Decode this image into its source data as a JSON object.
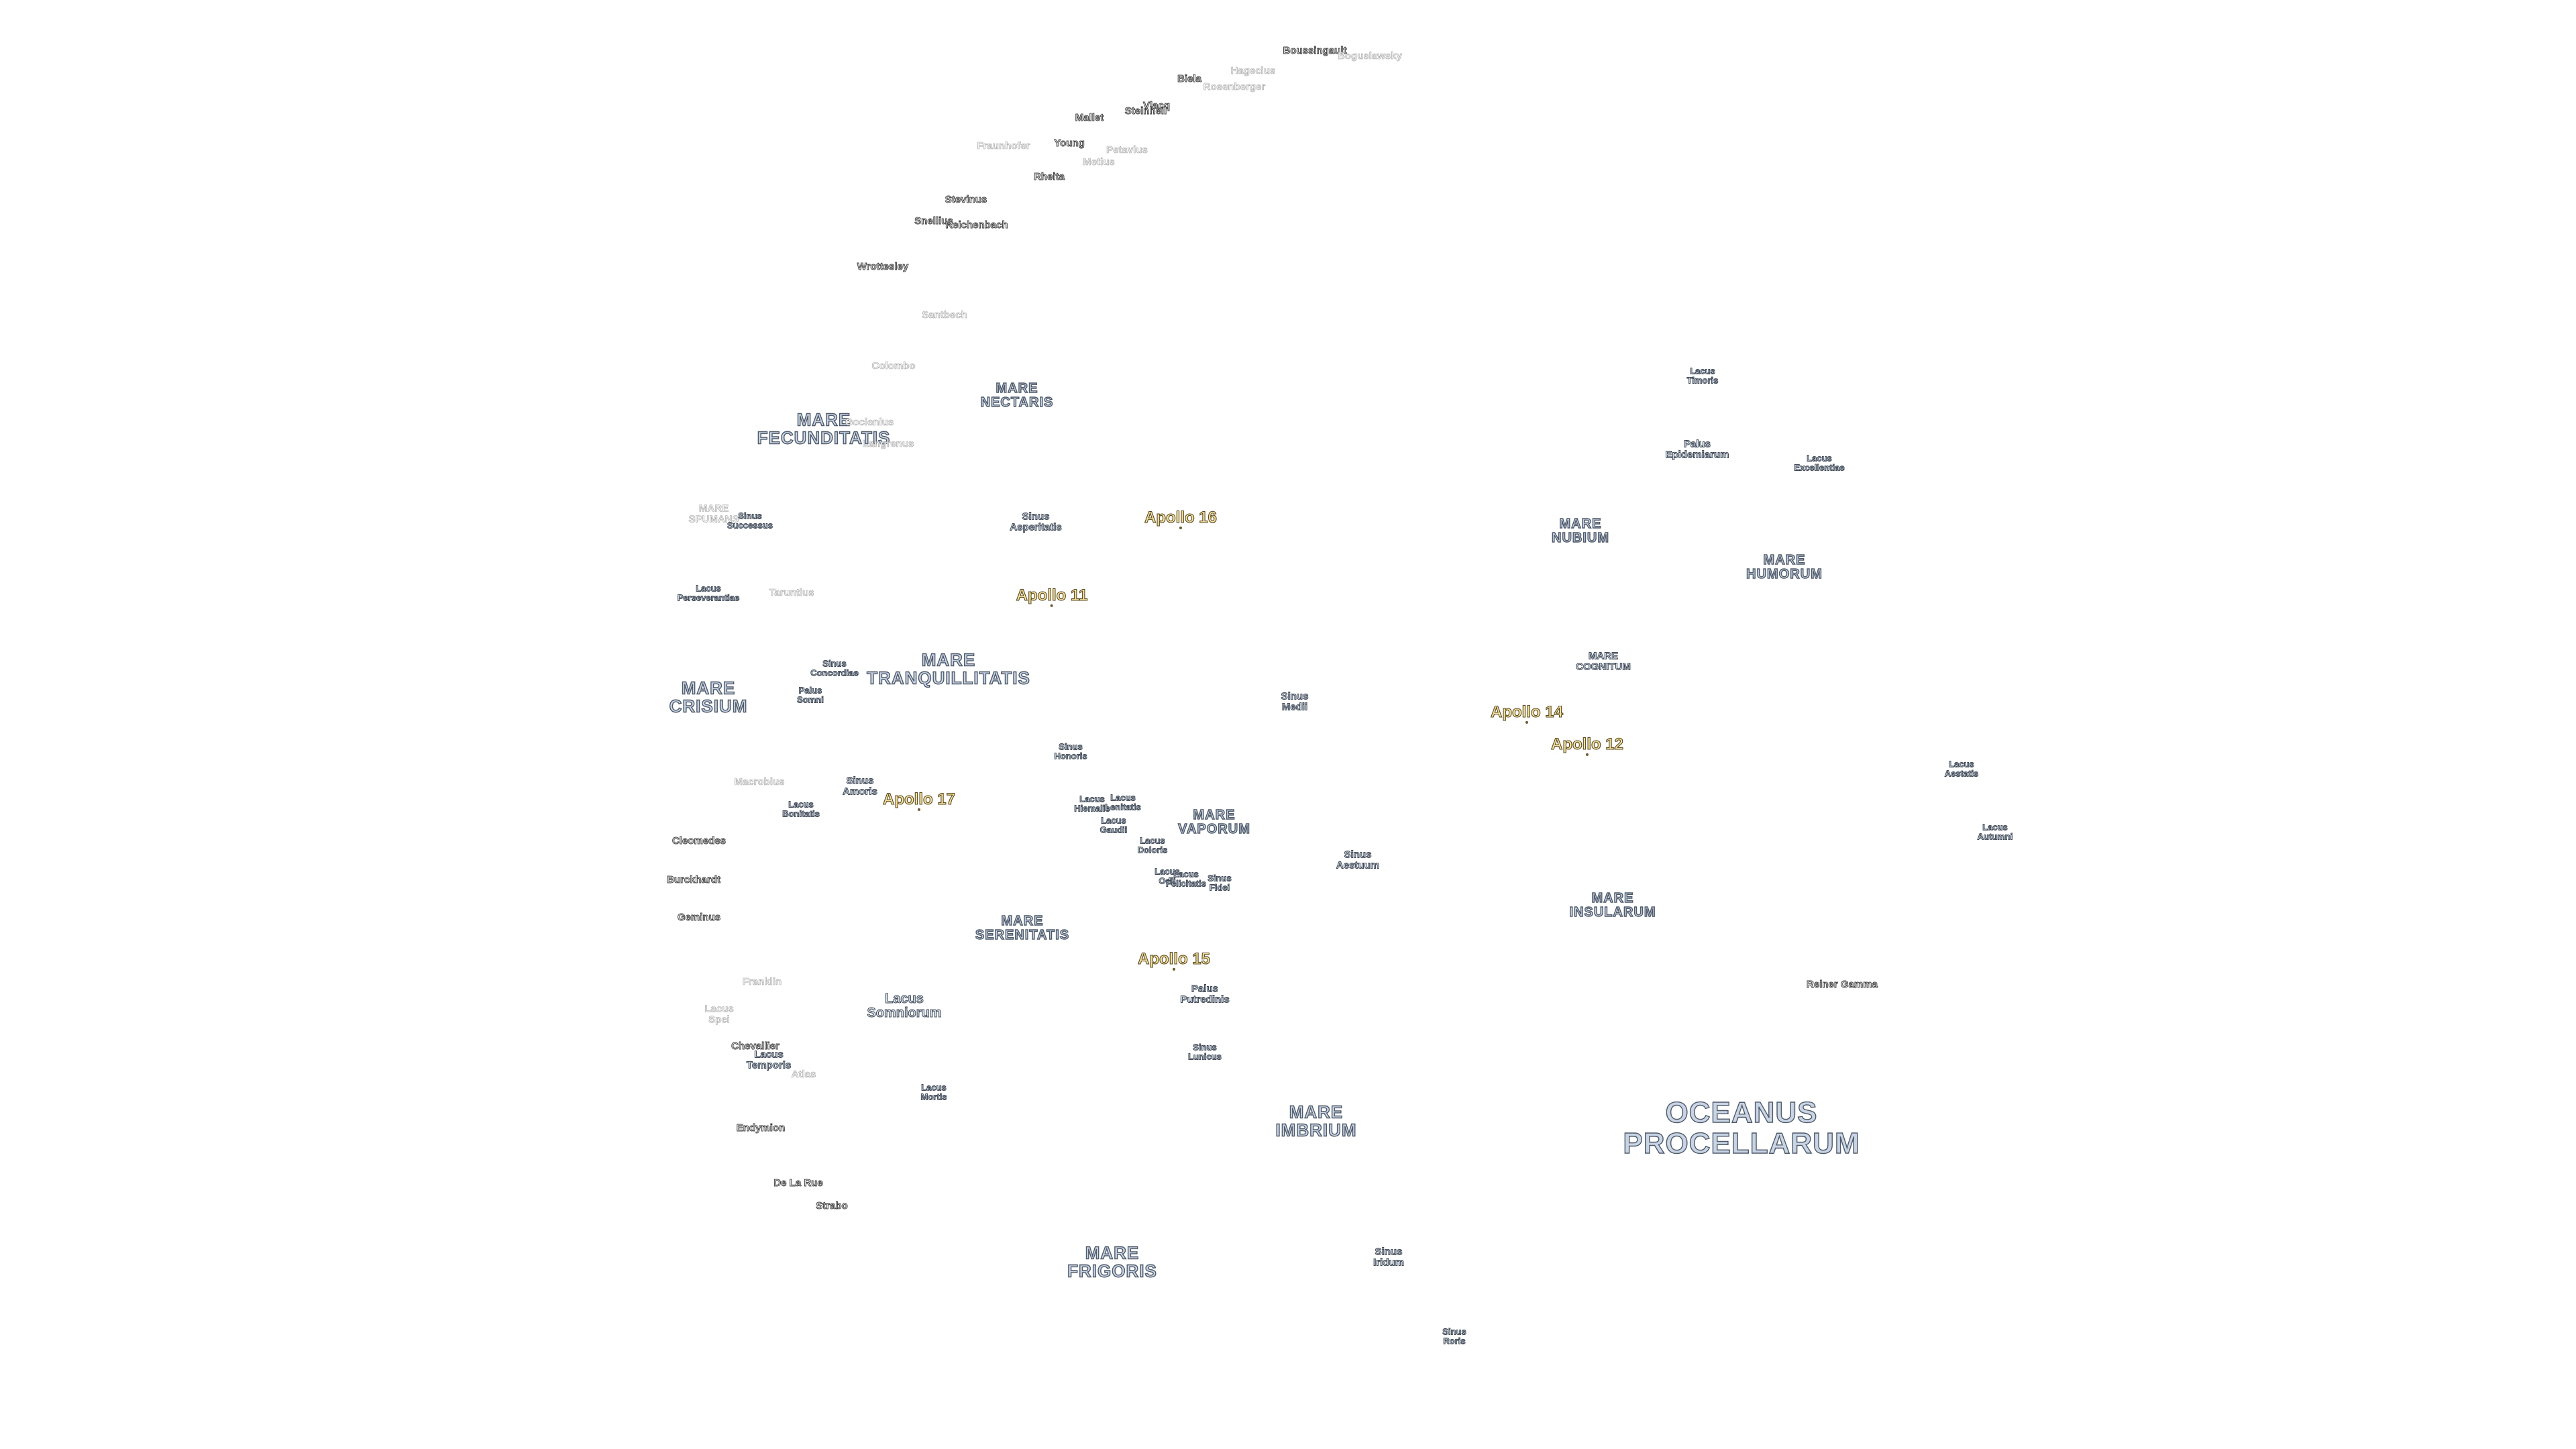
{
  "map": {
    "features": [
      {
        "lines": [
          "Boussingault"
        ],
        "kind": "crater"
      },
      {
        "lines": [
          "Boguslawsky"
        ],
        "kind": "crater-faint"
      },
      {
        "lines": [
          "Hagecius"
        ],
        "kind": "crater-faint"
      },
      {
        "lines": [
          "Biela"
        ],
        "kind": "crater"
      },
      {
        "lines": [
          "Rosenberger"
        ],
        "kind": "crater-faint"
      },
      {
        "lines": [
          "Vlacq"
        ],
        "kind": "crater"
      },
      {
        "lines": [
          "Steinheil"
        ],
        "kind": "crater"
      },
      {
        "lines": [
          "Mallet"
        ],
        "kind": "crater"
      },
      {
        "lines": [
          "Fraunhofer"
        ],
        "kind": "crater-faint"
      },
      {
        "lines": [
          "Young"
        ],
        "kind": "crater"
      },
      {
        "lines": [
          "Petavius"
        ],
        "kind": "crater-faint"
      },
      {
        "lines": [
          "Rheita"
        ],
        "kind": "crater"
      },
      {
        "lines": [
          "Metius"
        ],
        "kind": "crater-faint"
      },
      {
        "lines": [
          "Stevinus"
        ],
        "kind": "crater"
      },
      {
        "lines": [
          "Snellius"
        ],
        "kind": "crater"
      },
      {
        "lines": [
          "Reichenbach"
        ],
        "kind": "crater"
      },
      {
        "lines": [
          "Wrottesley"
        ],
        "kind": "crater"
      },
      {
        "lines": [
          "Santbech"
        ],
        "kind": "crater-faint"
      },
      {
        "lines": [
          "Colombo"
        ],
        "kind": "crater-faint"
      },
      {
        "lines": [
          "MARE",
          "NECTARIS"
        ],
        "kind": "mare-s"
      },
      {
        "lines": [
          "MARE",
          "FECUNDITATIS"
        ],
        "kind": "mare-m"
      },
      {
        "lines": [
          "Goclenius"
        ],
        "kind": "crater-faint"
      },
      {
        "lines": [
          "Langrenus"
        ],
        "kind": "crater-faint"
      },
      {
        "lines": [
          "MARE",
          "SPUMANS"
        ],
        "kind": "crater-faint"
      },
      {
        "lines": [
          "Sinus",
          "Successus"
        ],
        "kind": "minor-t"
      },
      {
        "lines": [
          "Sinus",
          "Asperitatis"
        ],
        "kind": "minor"
      },
      {
        "lines": [
          "Lacus",
          "Perseverantiae"
        ],
        "kind": "minor-t"
      },
      {
        "lines": [
          "Taruntius"
        ],
        "kind": "crater-faint"
      },
      {
        "lines": [
          "Sinus",
          "Concordiae"
        ],
        "kind": "minor-t"
      },
      {
        "lines": [
          "MARE",
          "TRANQUILLITATIS"
        ],
        "kind": "mare-m"
      },
      {
        "lines": [
          "Palus",
          "Somni"
        ],
        "kind": "minor-t"
      },
      {
        "lines": [
          "MARE",
          "CRISIUM"
        ],
        "kind": "mare-m"
      },
      {
        "lines": [
          "Sinus",
          "Medii"
        ],
        "kind": "minor"
      },
      {
        "lines": [
          "Sinus",
          "Honoris"
        ],
        "kind": "minor-t"
      },
      {
        "lines": [
          "Macrobius"
        ],
        "kind": "crater-faint"
      },
      {
        "lines": [
          "Sinus",
          "Amoris"
        ],
        "kind": "minor"
      },
      {
        "lines": [
          "Lacus",
          "Bonitatis"
        ],
        "kind": "minor-t"
      },
      {
        "lines": [
          "Lacus",
          "Hiemalis"
        ],
        "kind": "minor-t"
      },
      {
        "lines": [
          "Lacus",
          "Lenitatis"
        ],
        "kind": "minor-t"
      },
      {
        "lines": [
          "Lacus",
          "Gaudii"
        ],
        "kind": "minor-t"
      },
      {
        "lines": [
          "Lacus",
          "Doloris"
        ],
        "kind": "minor-t"
      },
      {
        "lines": [
          "MARE",
          "VAPORUM"
        ],
        "kind": "mare-s"
      },
      {
        "lines": [
          "Cleomedes"
        ],
        "kind": "crater"
      },
      {
        "lines": [
          "Burckhardt"
        ],
        "kind": "crater"
      },
      {
        "lines": [
          "Lacus",
          "Odii"
        ],
        "kind": "minor-t"
      },
      {
        "lines": [
          "Lacus",
          "Felicitatis"
        ],
        "kind": "minor-t"
      },
      {
        "lines": [
          "Sinus",
          "Fidei"
        ],
        "kind": "minor-t"
      },
      {
        "lines": [
          "Sinus",
          "Aestuum"
        ],
        "kind": "minor"
      },
      {
        "lines": [
          "Geminus"
        ],
        "kind": "crater"
      },
      {
        "lines": [
          "MARE",
          "SERENITATIS"
        ],
        "kind": "mare-s"
      },
      {
        "lines": [
          "Franklin"
        ],
        "kind": "crater-faint"
      },
      {
        "lines": [
          "Lacus",
          "Somniorum"
        ],
        "kind": "minor-m2"
      },
      {
        "lines": [
          "Palus",
          "Putredinis"
        ],
        "kind": "minor"
      },
      {
        "lines": [
          "Lacus",
          "Spei"
        ],
        "kind": "crater-faint"
      },
      {
        "lines": [
          "Chevallier"
        ],
        "kind": "crater"
      },
      {
        "lines": [
          "Lacus",
          "Temporis"
        ],
        "kind": "minor"
      },
      {
        "lines": [
          "Atlas"
        ],
        "kind": "crater-faint"
      },
      {
        "lines": [
          "Sinus",
          "Lunicus"
        ],
        "kind": "minor-t"
      },
      {
        "lines": [
          "Lacus",
          "Mortis"
        ],
        "kind": "minor-t"
      },
      {
        "lines": [
          "Endymion"
        ],
        "kind": "crater"
      },
      {
        "lines": [
          "De La Rue"
        ],
        "kind": "crater"
      },
      {
        "lines": [
          "Strabo"
        ],
        "kind": "crater"
      },
      {
        "lines": [
          "MARE",
          "IMBRIUM"
        ],
        "kind": "mare-m"
      },
      {
        "lines": [
          "MARE",
          "FRIGORIS"
        ],
        "kind": "mare-m"
      },
      {
        "lines": [
          "Sinus",
          "Iridum"
        ],
        "kind": "minor"
      },
      {
        "lines": [
          "Sinus",
          "Roris"
        ],
        "kind": "minor-t"
      },
      {
        "lines": [
          "Lacus",
          "Timoris"
        ],
        "kind": "minor-t"
      },
      {
        "lines": [
          "Palus",
          "Epidemiarum"
        ],
        "kind": "minor"
      },
      {
        "lines": [
          "Lacus",
          "Excellentiae"
        ],
        "kind": "minor-t"
      },
      {
        "lines": [
          "MARE",
          "NUBIUM"
        ],
        "kind": "mare-s"
      },
      {
        "lines": [
          "MARE",
          "HUMORUM"
        ],
        "kind": "mare-s"
      },
      {
        "lines": [
          "MARE",
          "COGNITUM"
        ],
        "kind": "minor"
      },
      {
        "lines": [
          "Lacus",
          "Aestatis"
        ],
        "kind": "minor-t"
      },
      {
        "lines": [
          "Lacus",
          "Autumni"
        ],
        "kind": "minor-t"
      },
      {
        "lines": [
          "MARE",
          "INSULARUM"
        ],
        "kind": "mare-s"
      },
      {
        "lines": [
          "Reiner Gamma"
        ],
        "kind": "crater"
      },
      {
        "lines": [
          "OCEANUS",
          "PROCELLARUM"
        ],
        "kind": "mare-xl"
      }
    ],
    "apollo_sites": [
      {
        "name": "Apollo 16"
      },
      {
        "name": "Apollo 11"
      },
      {
        "name": "Apollo 14"
      },
      {
        "name": "Apollo 12"
      },
      {
        "name": "Apollo 17"
      },
      {
        "name": "Apollo 15"
      }
    ]
  }
}
